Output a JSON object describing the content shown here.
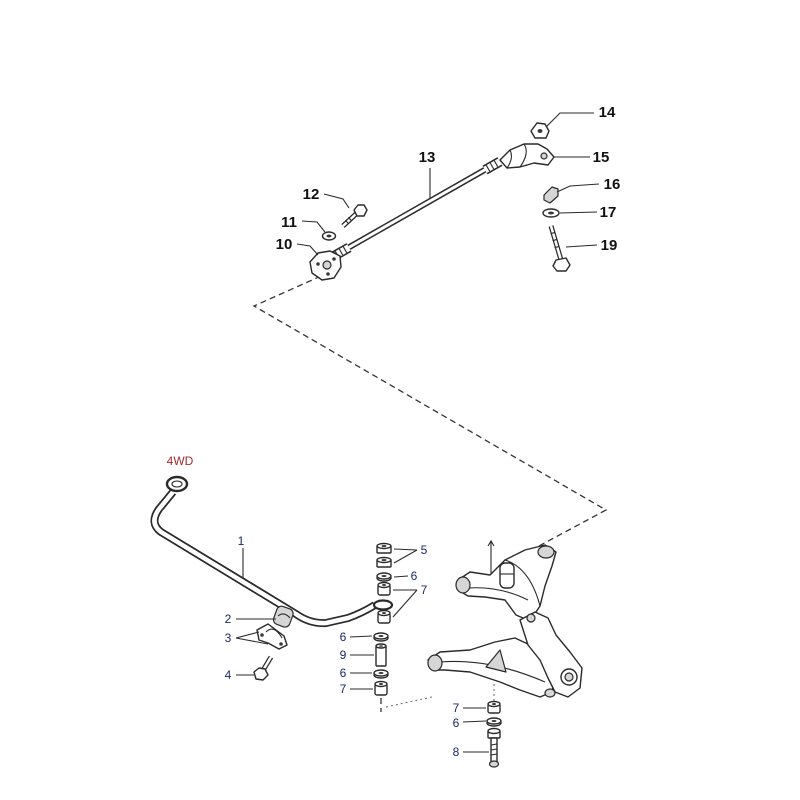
{
  "variant_label": "4WD",
  "upper_group": {
    "callouts": [
      "14",
      "15",
      "16",
      "17",
      "19",
      "13",
      "12",
      "11",
      "10"
    ]
  },
  "lower_group": {
    "callouts": [
      "1",
      "2",
      "3",
      "4",
      "5",
      "6",
      "7",
      "6",
      "9",
      "6",
      "7",
      "7",
      "6",
      "8"
    ]
  },
  "colors": {
    "callout_top": "#111111",
    "callout_bottom": "#1c2763",
    "variant_label": "#a52a2a",
    "linework": "#2a2a2a"
  }
}
